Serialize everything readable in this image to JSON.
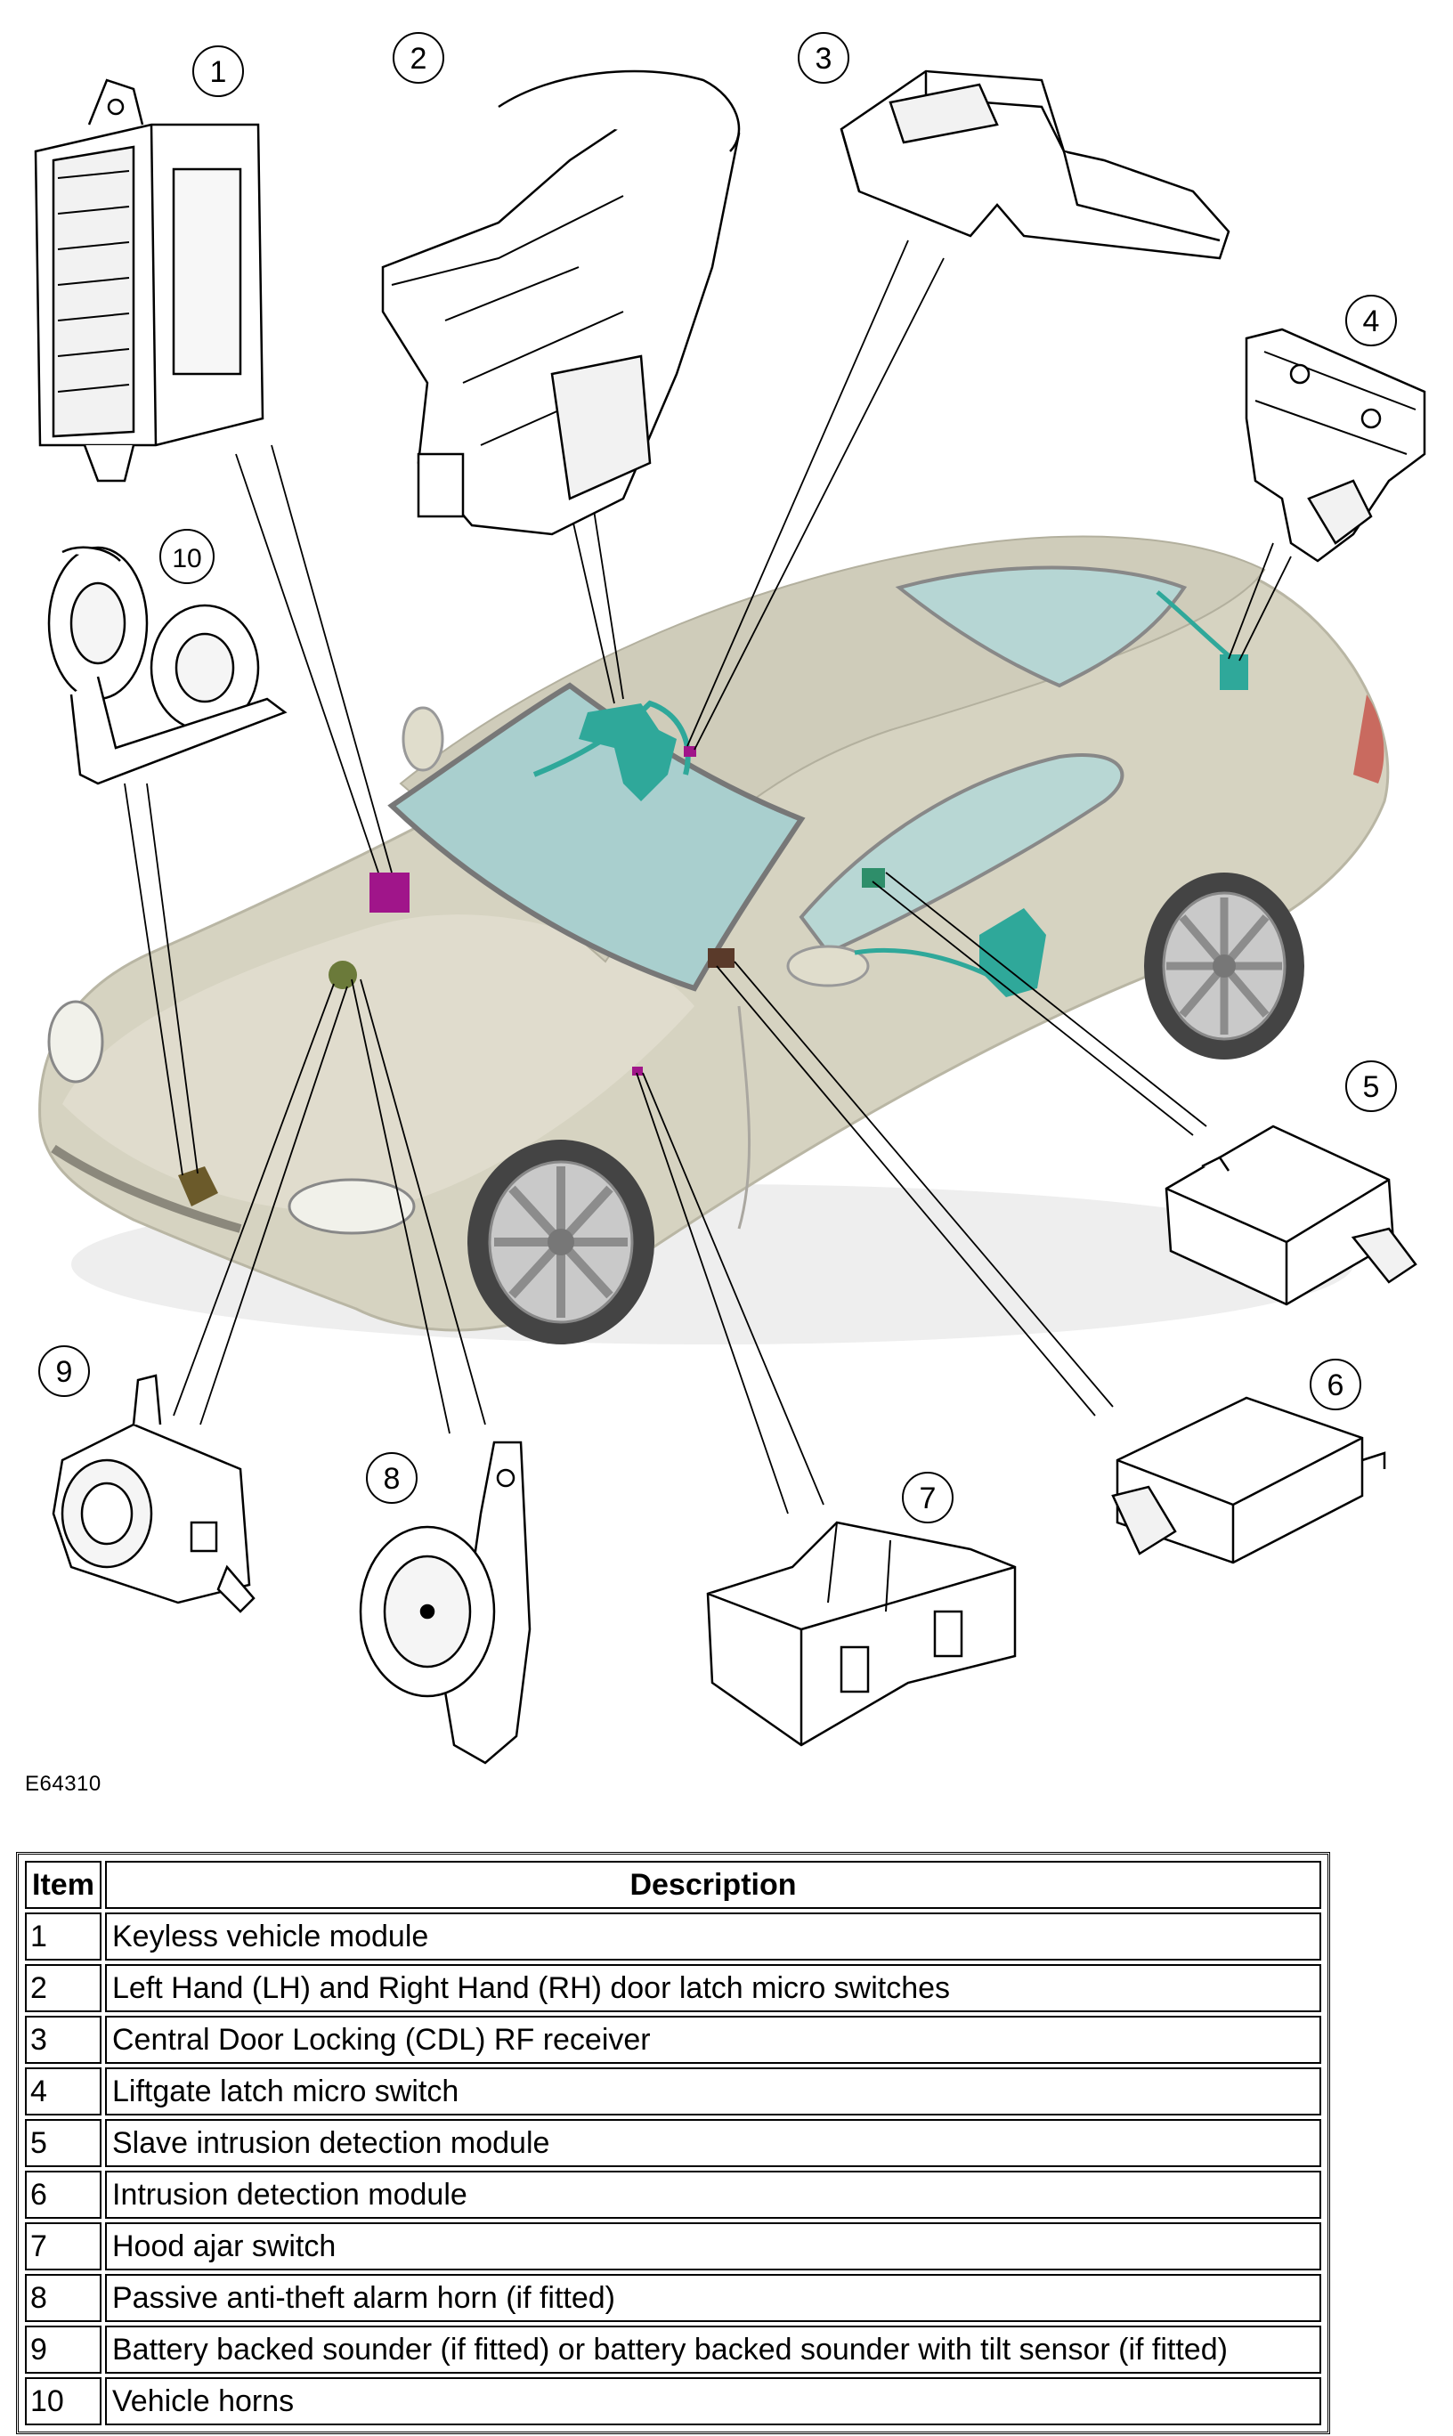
{
  "figure": {
    "reference": "E64310",
    "callouts": [
      "1",
      "2",
      "3",
      "4",
      "5",
      "6",
      "7",
      "8",
      "9",
      "10"
    ]
  },
  "legend": {
    "headers": {
      "item": "Item",
      "description": "Description"
    },
    "rows": [
      {
        "item": "1",
        "description": "Keyless vehicle module"
      },
      {
        "item": "2",
        "description": "Left Hand (LH) and Right Hand (RH) door latch micro switches"
      },
      {
        "item": "3",
        "description": "Central Door Locking (CDL) RF receiver"
      },
      {
        "item": "4",
        "description": "Liftgate latch micro switch"
      },
      {
        "item": "5",
        "description": "Slave intrusion detection module"
      },
      {
        "item": "6",
        "description": "Intrusion detection module"
      },
      {
        "item": "7",
        "description": "Hood ajar switch"
      },
      {
        "item": "8",
        "description": "Passive anti-theft alarm horn (if fitted)"
      },
      {
        "item": "9",
        "description": "Battery backed sounder (if fitted) or battery backed sounder with tilt sensor (if fitted)"
      },
      {
        "item": "10",
        "description": "Vehicle horns"
      }
    ]
  },
  "colors": {
    "car_body": "#d8d5c4",
    "glass": "#a9cfce",
    "harness": "#2fa89a",
    "module_marker": "#a0158a",
    "line": "#000000"
  }
}
